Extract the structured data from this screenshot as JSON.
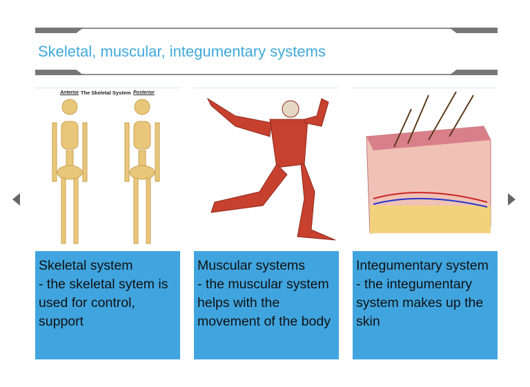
{
  "slide": {
    "title": "Skeletal, muscular, integumentary systems"
  },
  "panels": [
    {
      "caption": "Skeletal system\n- the skeletal sytem is used for control, support",
      "image": {
        "title": "The Skeletal System",
        "anterior": "Anterior",
        "posterior": "Posterior"
      }
    },
    {
      "caption": "Muscular systems\n- the muscular system helps with the movement of the body"
    },
    {
      "caption": "Integumentary system\n- the integumentary system makes up the skin"
    }
  ],
  "colors": {
    "accent": "#3fa9dc",
    "caption_bg": "#40a5df"
  }
}
